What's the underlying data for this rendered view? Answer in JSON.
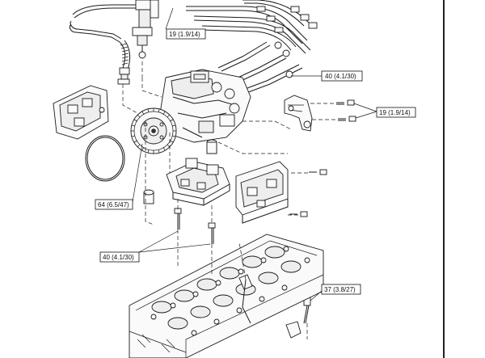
{
  "labels": {
    "callout_top": "19 (1.9/14)",
    "callout_right_upper": "40 (4.1/30)",
    "callout_right_bracket": "19 (1.9/14)",
    "callout_left_gear": "64 (6.5/47)",
    "callout_left_bolts": "40 (4.1/30)",
    "callout_bottom_right": "37 (3.8/27)"
  },
  "colors": {
    "line": "#1a1a1a",
    "background": "#ffffff",
    "border": "#222222"
  },
  "icons": [
    "injector-pump-icon",
    "gear-icon",
    "gasket-ring-icon",
    "cylinder-head-icon",
    "bolt-icon",
    "fuel-line-icon"
  ]
}
